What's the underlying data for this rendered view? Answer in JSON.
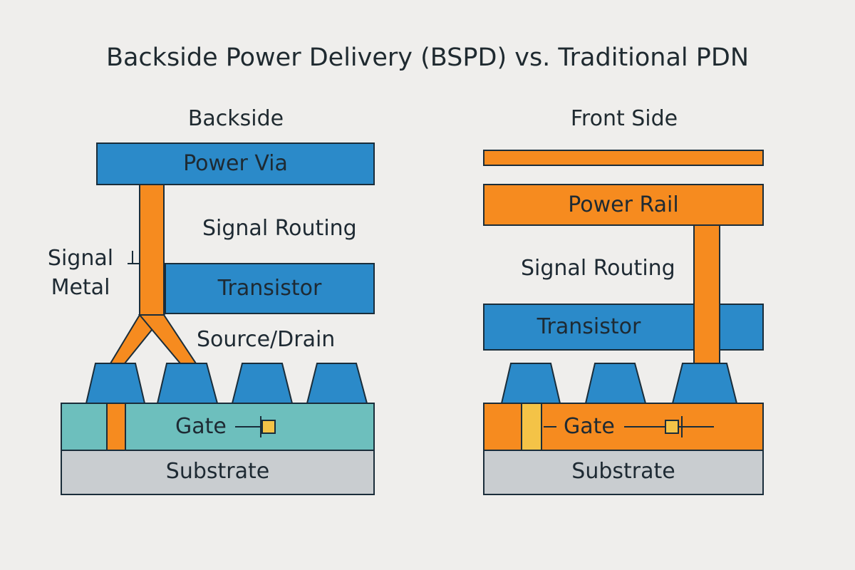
{
  "title": "Backside Power Delivery (BSPD) vs. Traditional PDN",
  "colors": {
    "background": "#efeeec",
    "blue": "#2b8ac9",
    "orange": "#f68b1f",
    "teal": "#6dbfbd",
    "substrate_gray": "#c9cdd0",
    "gate_marker": "#f4c347",
    "outline": "#1a2d3a"
  },
  "left_panel": {
    "heading": "Backside",
    "power_via": "Power Via",
    "signal_routing": "Signal Routing",
    "signal_metal": "Signal\nMetal",
    "transistor": "Transistor",
    "source_drain": "Source/Drain",
    "gate": "Gate",
    "substrate": "Substrate"
  },
  "right_panel": {
    "heading": "Front Side",
    "power_rail": "Power Rail",
    "signal_routing": "Signal Routing",
    "transistor": "Transistor",
    "gate": "Gate",
    "substrate": "Substrate"
  }
}
